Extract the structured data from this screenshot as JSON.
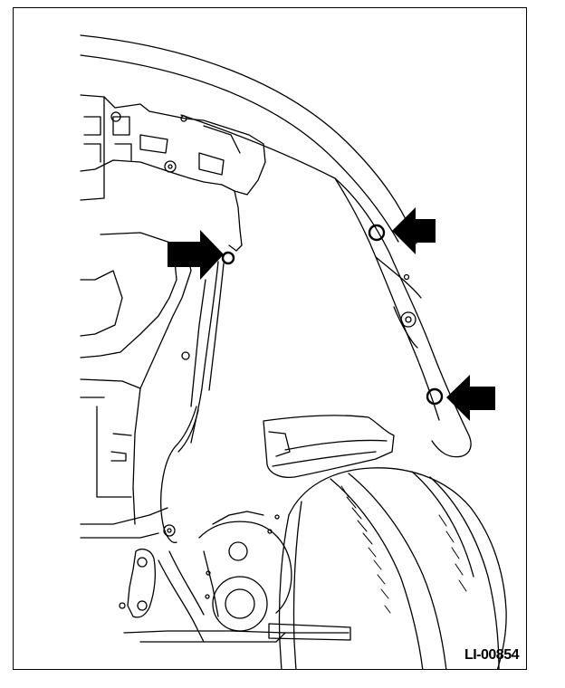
{
  "figure": {
    "id": "LI-00854"
  },
  "colors": {
    "line": "#000000",
    "background": "#ffffff"
  },
  "callouts": [
    {
      "name": "arrow-clip-upper-right",
      "icon": "solid-arrow-left"
    },
    {
      "name": "arrow-clip-lower-right",
      "icon": "solid-arrow-left"
    },
    {
      "name": "arrow-clip-left",
      "icon": "solid-arrow-right"
    }
  ]
}
